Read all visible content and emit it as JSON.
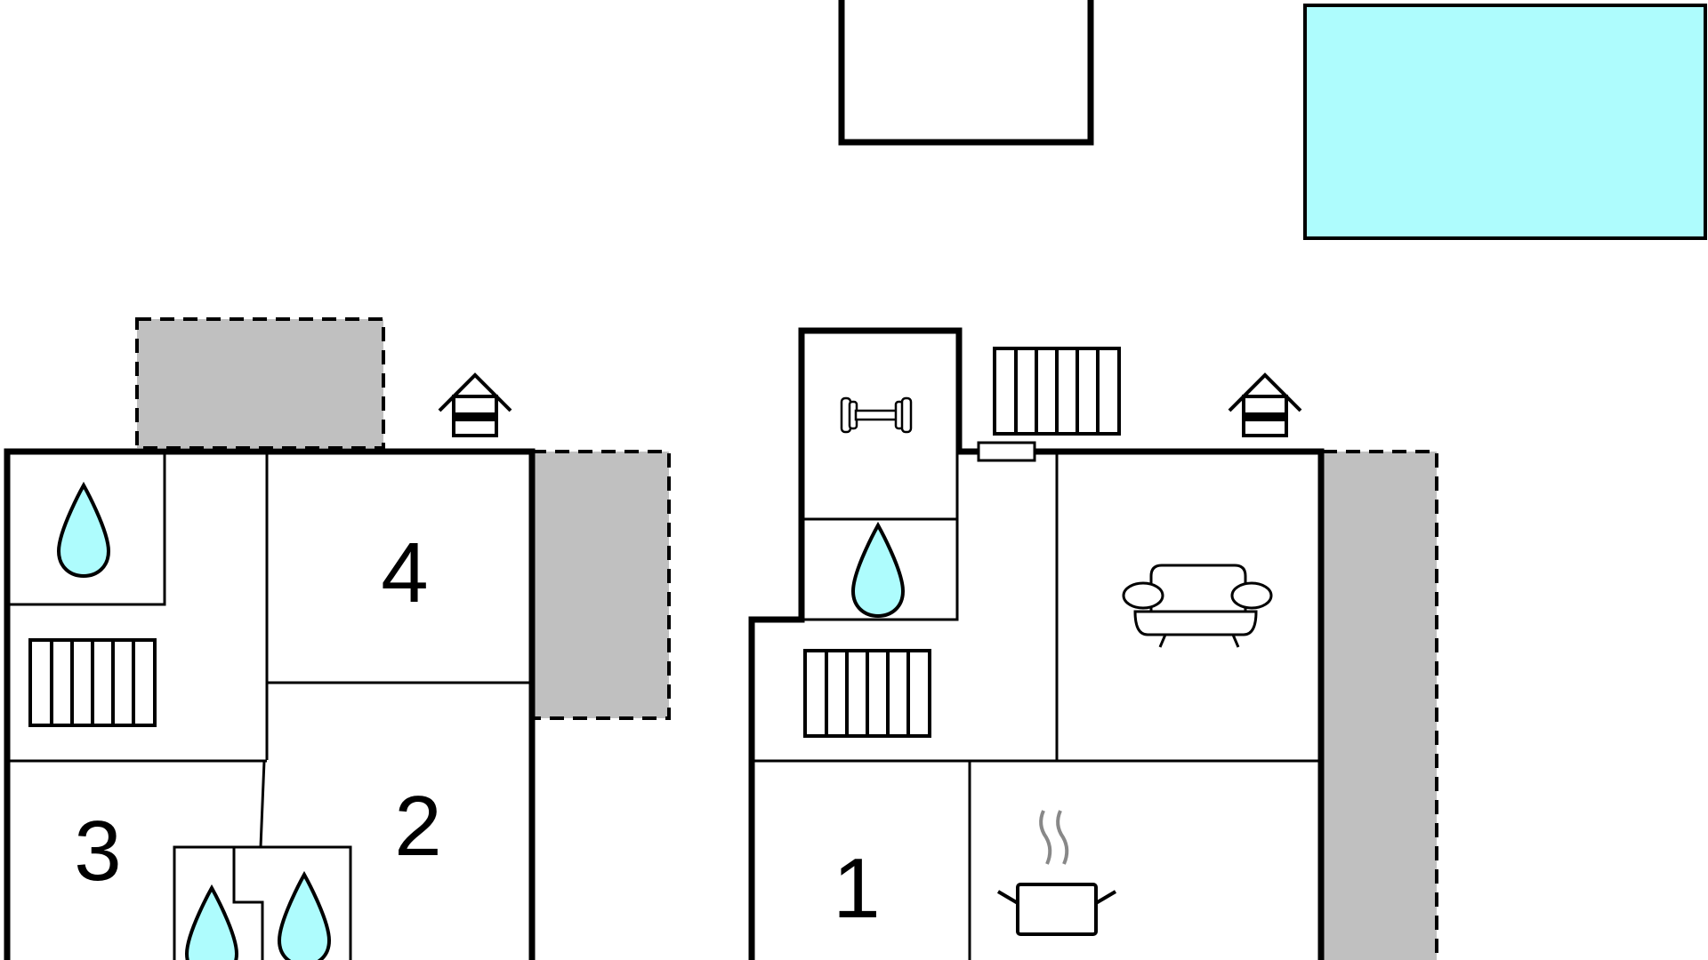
{
  "plan": {
    "pool_color": "#aefcfd",
    "terrace_color": "#c0c0c0",
    "water_color": "#aefcfd",
    "rooms": [
      {
        "id": "room-1",
        "label": "1"
      },
      {
        "id": "room-2",
        "label": "2"
      },
      {
        "id": "room-3",
        "label": "3"
      },
      {
        "id": "room-4",
        "label": "4"
      }
    ],
    "icons": [
      "water-drop-icon",
      "radiator-icon",
      "doghouse-icon",
      "dumbbell-icon",
      "sofa-icon",
      "cooking-pot-icon"
    ]
  }
}
